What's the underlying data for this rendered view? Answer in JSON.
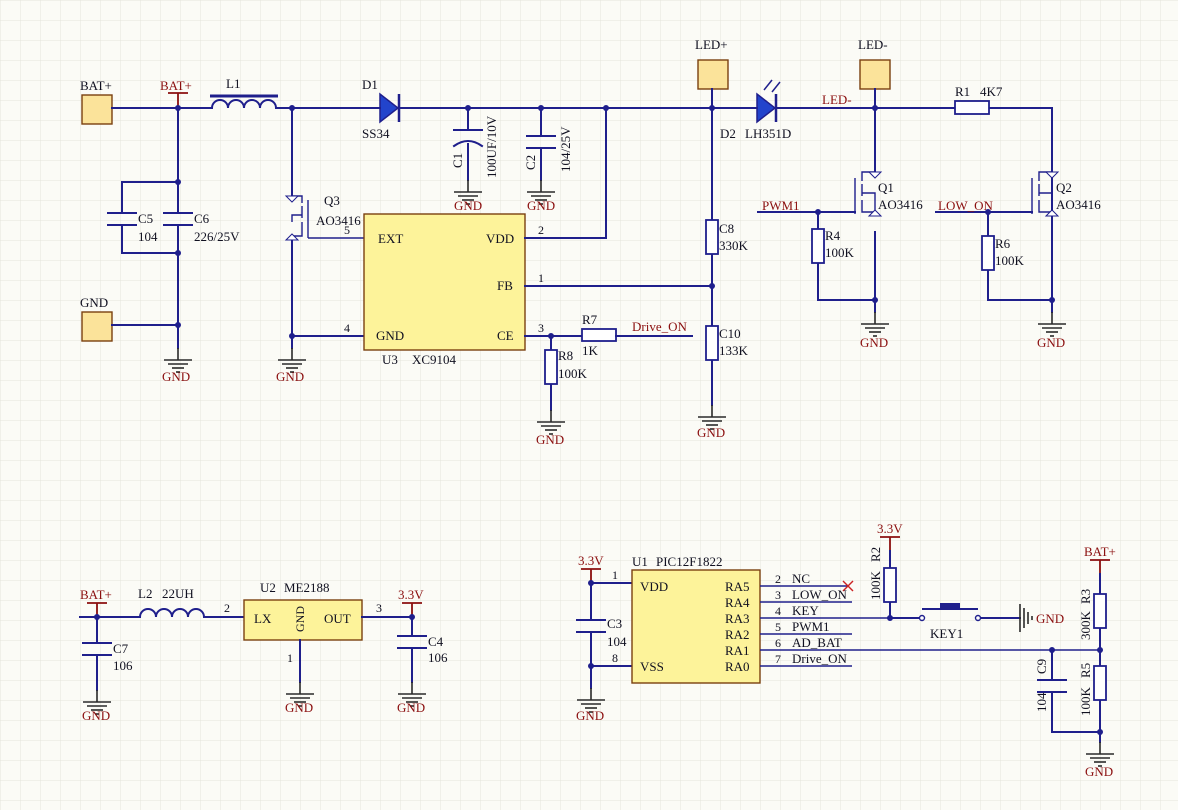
{
  "nets": {
    "bat_plus": "BAT+",
    "gnd": "GND",
    "led_plus": "LED+",
    "led_minus": "LED-",
    "v33": "3.3V",
    "pwm1": "PWM1",
    "low_on": "LOW_ON",
    "drive_on": "Drive_ON",
    "key": "KEY",
    "ad_bat": "AD_BAT",
    "nc": "NC"
  },
  "parts": {
    "L1": {
      "ref": "L1"
    },
    "D1": {
      "ref": "D1",
      "value": "SS34"
    },
    "C1": {
      "ref": "C1",
      "value": "100UF/10V"
    },
    "C2": {
      "ref": "C2",
      "value": "104/25V"
    },
    "C5": {
      "ref": "C5",
      "value": "104"
    },
    "C6": {
      "ref": "C6",
      "value": "226/25V"
    },
    "Q3": {
      "ref": "Q3",
      "value": "AO3416"
    },
    "U3": {
      "ref": "U3",
      "value": "XC9104",
      "pins": {
        "ext": "EXT",
        "vdd": "VDD",
        "fb": "FB",
        "gnd": "GND",
        "ce": "CE"
      },
      "pin_numbers": {
        "ext": "5",
        "vdd": "2",
        "fb": "1",
        "gnd": "4",
        "ce": "3"
      }
    },
    "R7": {
      "ref": "R7",
      "value": "1K"
    },
    "R8": {
      "ref": "R8",
      "value": "100K"
    },
    "C8": {
      "ref": "C8",
      "value": "330K"
    },
    "C10": {
      "ref": "C10",
      "value": "133K"
    },
    "D2": {
      "ref": "D2",
      "value": "LH351D"
    },
    "R1": {
      "ref": "R1",
      "value": "4K7"
    },
    "Q1": {
      "ref": "Q1",
      "value": "AO3416"
    },
    "Q2": {
      "ref": "Q2",
      "value": "AO3416"
    },
    "R4": {
      "ref": "R4",
      "value": "100K"
    },
    "R6": {
      "ref": "R6",
      "value": "100K"
    },
    "L2": {
      "ref": "L2",
      "value": "22UH"
    },
    "C7": {
      "ref": "C7",
      "value": "106"
    },
    "U2": {
      "ref": "U2",
      "value": "ME2188",
      "pins": {
        "lx": "LX",
        "gnd": "GND",
        "out": "OUT"
      },
      "pin_numbers": {
        "lx": "2",
        "gnd": "1",
        "out": "3"
      }
    },
    "C4": {
      "ref": "C4",
      "value": "106"
    },
    "U1": {
      "ref": "U1",
      "value": "PIC12F1822",
      "pins": {
        "vdd": "VDD",
        "vss": "VSS",
        "ra5": "RA5",
        "ra4": "RA4",
        "ra3": "RA3",
        "ra2": "RA2",
        "ra1": "RA1",
        "ra0": "RA0"
      },
      "pin_numbers": {
        "vdd": "1",
        "vss": "8",
        "ra5": "2",
        "ra4": "3",
        "ra3": "4",
        "ra2": "5",
        "ra1": "6",
        "ra0": "7"
      }
    },
    "C3": {
      "ref": "C3",
      "value": "104"
    },
    "R2": {
      "ref": "R2",
      "value": "100K"
    },
    "KEY1": {
      "ref": "KEY1"
    },
    "R3": {
      "ref": "R3",
      "value": "300K"
    },
    "R5": {
      "ref": "R5",
      "value": "100K"
    },
    "C9": {
      "ref": "C9",
      "value": "104"
    }
  }
}
